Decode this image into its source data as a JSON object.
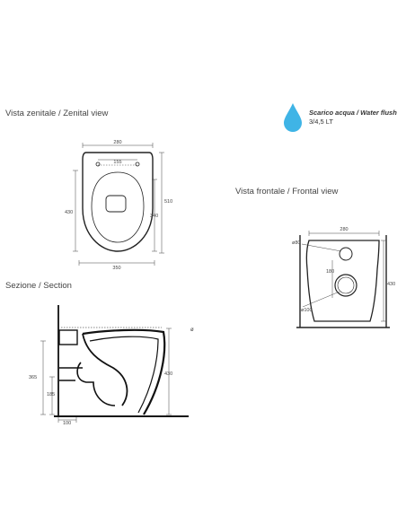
{
  "views": {
    "zenital": {
      "title": "Vista zenitale / Zenital view"
    },
    "frontal": {
      "title": "Vista frontale / Frontal view"
    },
    "section": {
      "title": "Sezione / Section"
    }
  },
  "flush": {
    "title": "Scarico acqua / Water flush",
    "volume": "3/4,5 LT",
    "icon": "water-drop-icon",
    "icon_color": "#3fb4e6"
  },
  "dimensions": {
    "zenital": {
      "width_top": "280",
      "hole_spacing": "155",
      "total_length": "510",
      "length_left": "430",
      "depth": "340",
      "width_bottom": "350"
    },
    "frontal": {
      "width": "280",
      "height": "430",
      "inlet_diameter": "ø80",
      "inlet_height": "180",
      "outlet_diameter": "ø100"
    },
    "section": {
      "height": "430",
      "height_365": "365",
      "height_185": "185",
      "offset": "100",
      "symbol": "ø"
    }
  }
}
